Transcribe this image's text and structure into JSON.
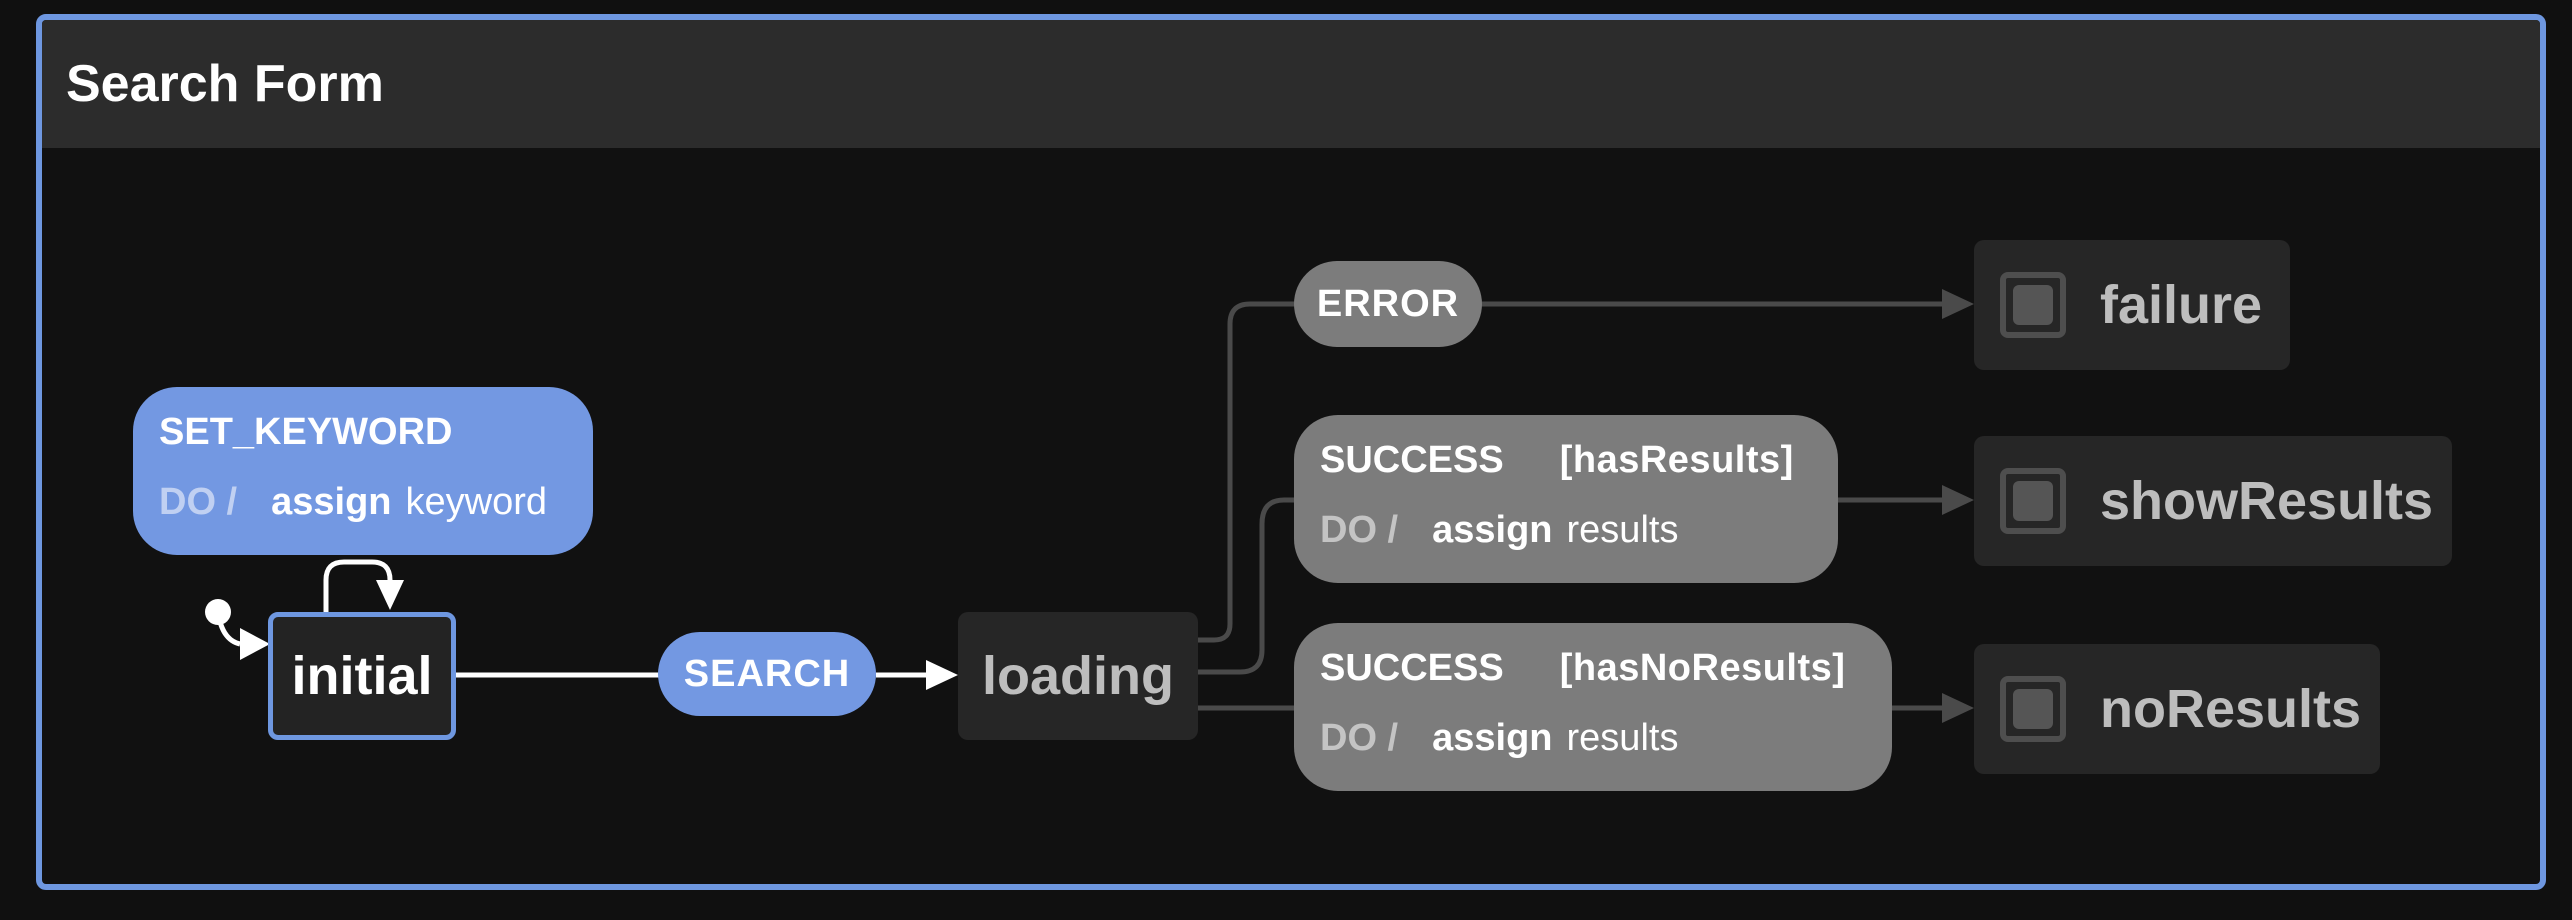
{
  "machine": {
    "title": "Search Form"
  },
  "states": {
    "initial": "initial",
    "loading": "loading",
    "failure": "failure",
    "showResults": "showResults",
    "noResults": "noResults"
  },
  "events": {
    "set_keyword": {
      "name": "SET_KEYWORD",
      "do_label": "DO /",
      "action": "assign",
      "arg": "keyword"
    },
    "search": {
      "name": "SEARCH"
    },
    "error": {
      "name": "ERROR"
    },
    "success_has": {
      "name": "SUCCESS",
      "guard": "[hasResults]",
      "do_label": "DO /",
      "action": "assign",
      "arg": "results"
    },
    "success_none": {
      "name": "SUCCESS",
      "guard": "[hasNoResults]",
      "do_label": "DO /",
      "action": "assign",
      "arg": "results"
    }
  },
  "colors": {
    "accent": "#6e97e0",
    "event_active": "#7398e2",
    "event_inactive": "#7c7c7c",
    "edge_active": "#ffffff",
    "edge_inactive": "#4a4a4a"
  }
}
